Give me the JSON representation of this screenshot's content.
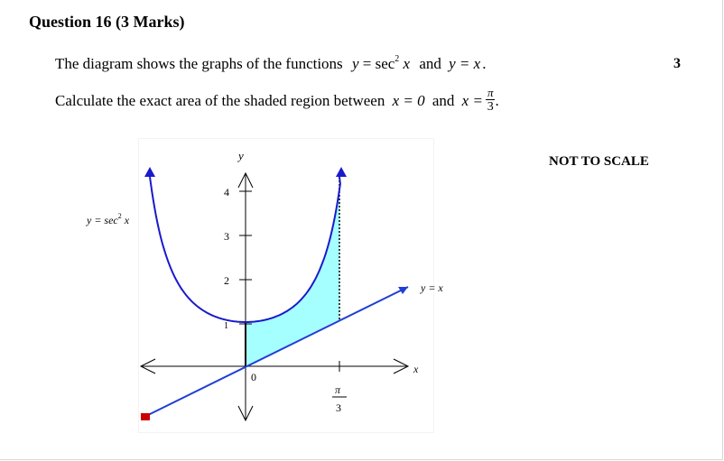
{
  "question": {
    "heading": "Question 16 (3 Marks)",
    "marks": "3",
    "line1": {
      "prefix": "The diagram shows the graphs of the functions",
      "eq1_lhs": "y",
      "eq1_rel": " = ",
      "eq1_fn": "sec",
      "eq1_exp": "2",
      "eq1_arg": " x",
      "conj": "and",
      "eq2": "y = x",
      "end": "."
    },
    "line2": {
      "prefix": "Calculate the exact area of the shaded region between",
      "cond1": "x = 0",
      "conj": "and",
      "cond2_lhs": "x =",
      "frac_num": "π",
      "frac_den": "3",
      "end": "."
    },
    "note": "NOT TO SCALE"
  },
  "diagram": {
    "labels": {
      "y_axis": "y",
      "x_axis": "x",
      "origin": "0",
      "sec_label_lhs": "y = sec",
      "sec_label_exp": "2",
      "sec_label_arg": " x",
      "line_label": "y = x",
      "pi_num": "π",
      "pi_den": "3"
    },
    "y_ticks": [
      {
        "label": "1",
        "value": 1
      },
      {
        "label": "2",
        "value": 2
      },
      {
        "label": "3",
        "value": 3
      },
      {
        "label": "4",
        "value": 4
      }
    ],
    "colors": {
      "curve": "#1a1acc",
      "line": "#1f3fd6",
      "shade": "#a6ffff",
      "axes": "#000000",
      "endpoint": "#cc0000"
    },
    "shaded_region": {
      "from_x": "0",
      "to_x": "π/3",
      "upper": "sec² x",
      "lower": "x"
    }
  }
}
